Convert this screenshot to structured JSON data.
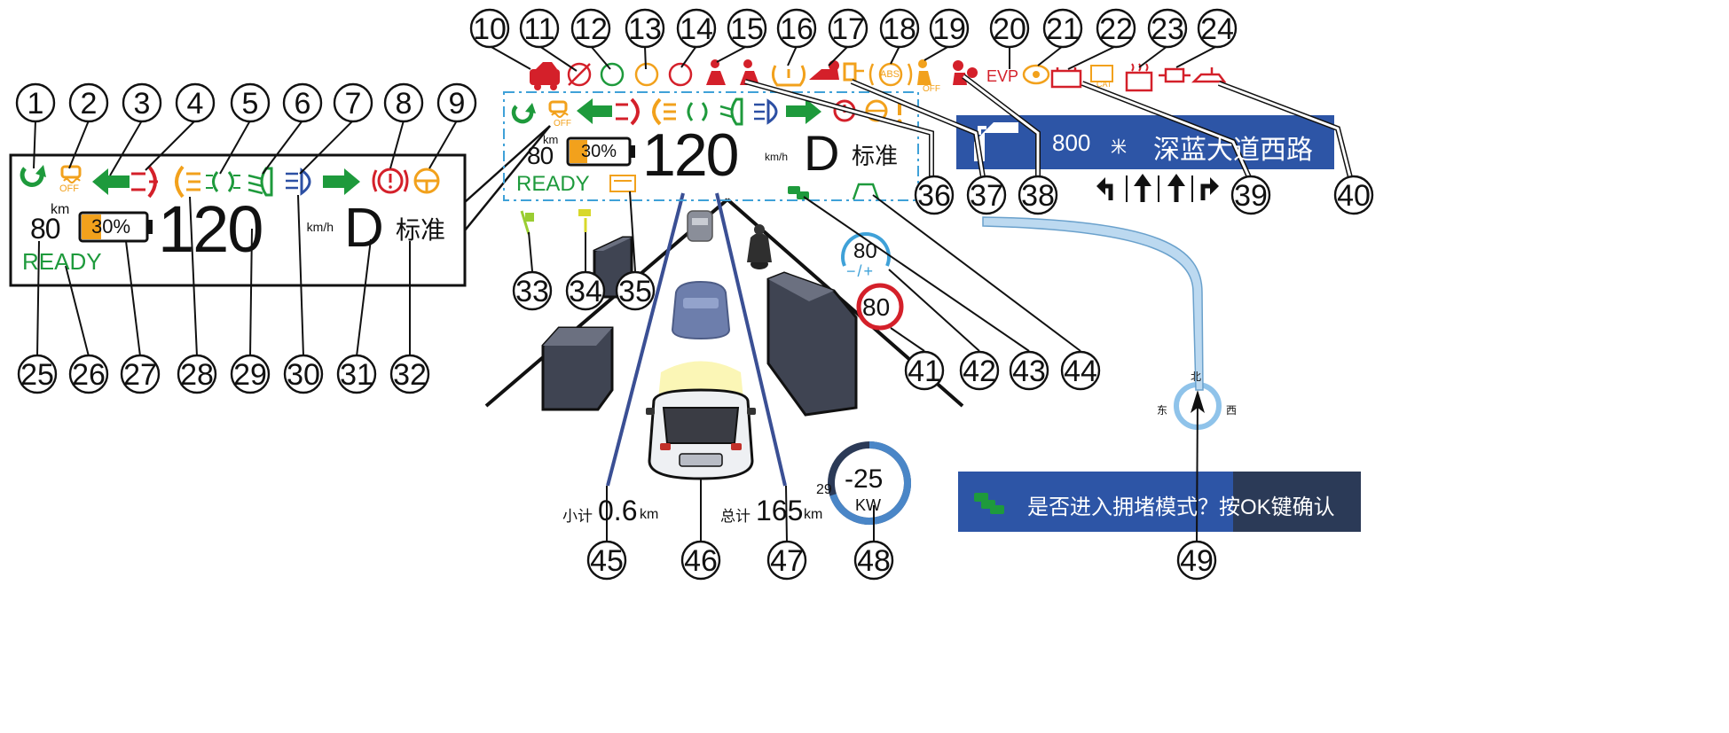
{
  "callout_numbers": [
    "1",
    "2",
    "3",
    "4",
    "5",
    "6",
    "7",
    "8",
    "9",
    "10",
    "11",
    "12",
    "13",
    "14",
    "15",
    "16",
    "17",
    "18",
    "19",
    "20",
    "21",
    "22",
    "23",
    "24",
    "25",
    "26",
    "27",
    "28",
    "29",
    "30",
    "31",
    "32",
    "33",
    "34",
    "35",
    "36",
    "37",
    "38",
    "39",
    "40",
    "41",
    "42",
    "43",
    "44",
    "45",
    "46",
    "47",
    "48",
    "49"
  ],
  "zoomed_cluster": {
    "range_value": "80",
    "range_unit": "km",
    "battery_percent": "30%",
    "battery_level": 0.3,
    "speed": "120",
    "speed_unit": "km/h",
    "gear": "D",
    "drive_mode": "标准",
    "ready": "READY",
    "off_label": "OFF"
  },
  "dash": {
    "range_value": "80",
    "range_unit": "km",
    "battery_percent": "30%",
    "speed": "120",
    "speed_unit": "km/h",
    "gear": "D",
    "drive_mode": "标准",
    "ready": "READY",
    "off_label": "OFF"
  },
  "top_icons": {
    "evp": "EVP",
    "abs": "ABS",
    "airbag_sub": "2 OFF",
    "cat": "CAT"
  },
  "navigation": {
    "distance": "800",
    "distance_unit": "米",
    "road": "深蓝大道西路",
    "compass": {
      "north": "北",
      "east": "东",
      "west": "西"
    }
  },
  "speed_limit": {
    "cruise": "80",
    "cruise_adjust": "−/+",
    "limit": "80"
  },
  "trip": {
    "trip_label": "小计",
    "trip_value": "0.6",
    "trip_unit": "km",
    "odo_label": "总计",
    "odo_value": "165",
    "odo_unit": "km"
  },
  "power": {
    "value": "-25",
    "unit": "KW",
    "side_value": "29",
    "level": 0.7
  },
  "congestion_prompt": "是否进入拥堵模式？按OK键确认",
  "colors": {
    "green": "#1e9a3c",
    "orange": "#f2a11c",
    "red": "#d4202a",
    "blue": "#2c4fa3",
    "nav_blue": "#2d55a6",
    "dark_panel": "#2b3a57"
  }
}
